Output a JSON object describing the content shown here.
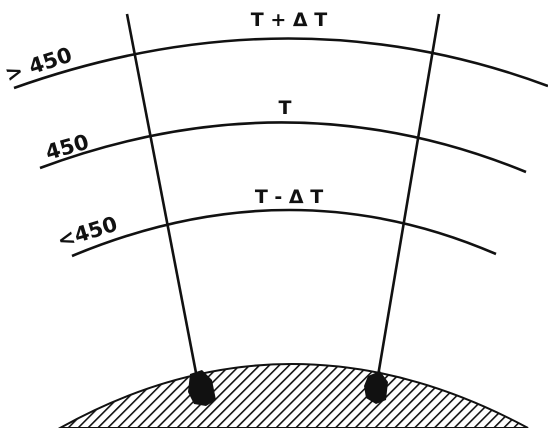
{
  "diagram": {
    "arcs": [
      {
        "left_label": "> 450",
        "top_label": "T + Δ T"
      },
      {
        "left_label": "450",
        "top_label": "T"
      },
      {
        "left_label": "<450",
        "top_label": "T - Δ T"
      }
    ]
  },
  "colors": {
    "ink": "#111111",
    "background": "#ffffff"
  }
}
